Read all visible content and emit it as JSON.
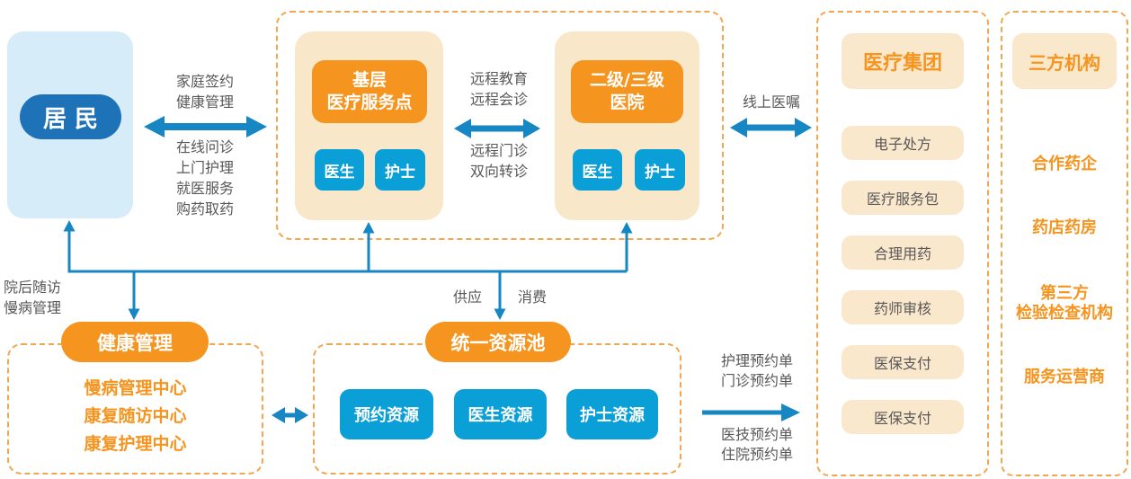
{
  "resident": {
    "title": "居民"
  },
  "resident_network_link": {
    "above": "家庭签约\n健康管理",
    "below": "在线问诊\n上门护理\n就医服务\n购药取药"
  },
  "service_network": {
    "primary_site": {
      "title": "基层\n医疗服务点",
      "doctor": "医生",
      "nurse": "护士"
    },
    "hospital": {
      "title": "二级/三级\n医院",
      "doctor": "医生",
      "nurse": "护士"
    },
    "link": {
      "above": "远程教育\n远程会诊",
      "below": "远程门诊\n双向转诊"
    }
  },
  "online_order_label": "线上医嘱",
  "medical_group": {
    "title": "医疗集团",
    "items": [
      "电子处方",
      "医疗服务包",
      "合理用药",
      "药师审核",
      "医保支付",
      "医保支付"
    ]
  },
  "third_party": {
    "title": "三方机构",
    "items": [
      "合作药企",
      "药店药房",
      "第三方\n检验检查机构",
      "服务运营商"
    ]
  },
  "post_hospital_label": "院后随访\n慢病管理",
  "supply_label": "供应",
  "consume_label": "消费",
  "health_management": {
    "title": "健康管理",
    "items": [
      "慢病管理中心",
      "康复随访中心",
      "康复护理中心"
    ]
  },
  "resource_pool": {
    "title": "统一资源池",
    "items": [
      "预约资源",
      "医生资源",
      "护士资源"
    ]
  },
  "order_flow": {
    "above": "护理预约单\n门诊预约单",
    "below": "医技预约单\n住院预约单"
  },
  "colors": {
    "accent_orange": "#F5941E",
    "orange_text": "#F5941F",
    "beige": "#F8E7C8",
    "beige_light": "#FAE8CD",
    "dashed_border": "#F2A64E",
    "blue_dark": "#1E72B8",
    "blue_light": "#D7ECF9",
    "cyan": "#0B9FD8",
    "arrow_blue": "#1787C3",
    "text_gray": "#595757"
  }
}
